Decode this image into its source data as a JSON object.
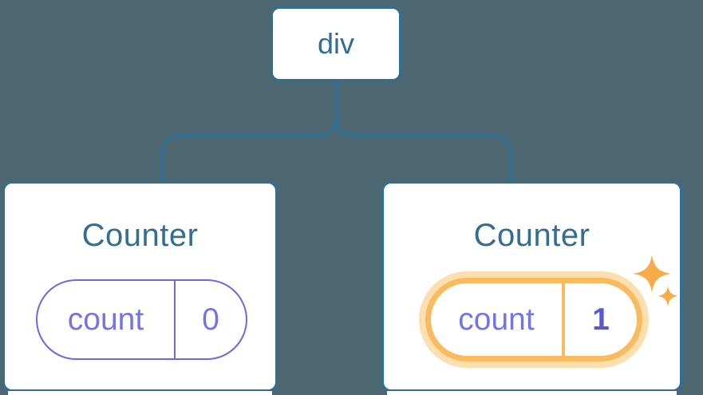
{
  "diagram": {
    "root_node": {
      "label": "div"
    },
    "children": [
      {
        "title": "Counter",
        "state_key": "count",
        "state_value": "0",
        "highlighted": false
      },
      {
        "title": "Counter",
        "state_key": "count",
        "state_value": "1",
        "highlighted": true
      }
    ]
  },
  "colors": {
    "background": "#4C6772",
    "node_fill": "#FFFFFF",
    "node_border": "#2F6F94",
    "node_label_text": "#336E90",
    "connector": "#2F6F94",
    "state_pill_border": "#6A6ADF",
    "state_pill_text": "#7474E6",
    "state_value_bold_text": "#5959D1",
    "highlight_ring": "#F8BB5F",
    "highlight_glow": "#FCDFAF",
    "sparkle": "#F6AC48"
  }
}
